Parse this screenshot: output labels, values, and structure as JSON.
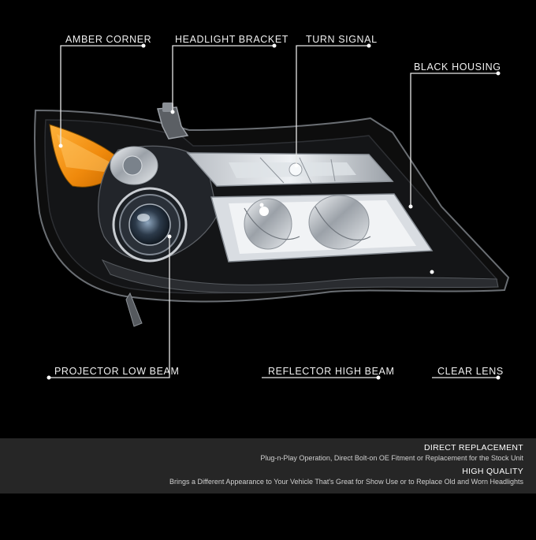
{
  "callouts": {
    "amber_corner": "AMBER CORNER",
    "headlight_bracket": "HEADLIGHT BRACKET",
    "turn_signal": "TURN SIGNAL",
    "black_housing": "BLACK HOUSING",
    "projector_low_beam": "PROJECTOR LOW BEAM",
    "reflector_high_beam": "REFLECTOR HIGH BEAM",
    "clear_lens": "CLEAR LENS"
  },
  "features": [
    {
      "title": "DIRECT REPLACEMENT",
      "description": "Plug-n-Play Operation, Direct Bolt-on OE Fitment or Replacement for the Stock Unit"
    },
    {
      "title": "HIGH QUALITY",
      "description": "Brings a Different Appearance to Your Vehicle That's Great for Show Use or to Replace Old and Worn Headlights"
    }
  ],
  "colors": {
    "background": "#000000",
    "housing": "#0d0d0d",
    "amber": "#f08a0c",
    "chrome": "#cfd3d8",
    "callout_line": "#e8e8e8",
    "footer_band": "#262626"
  }
}
